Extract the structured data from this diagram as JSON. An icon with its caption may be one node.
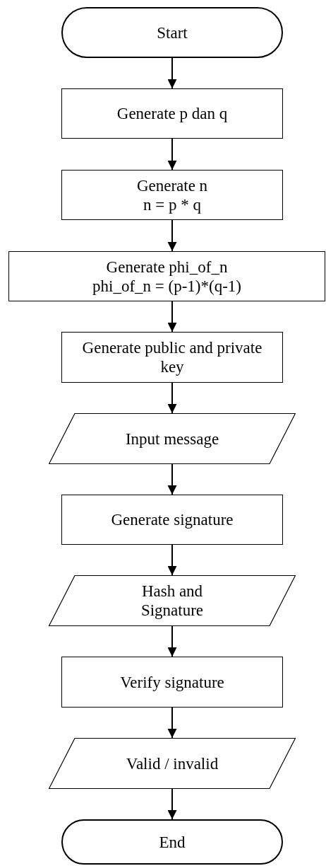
{
  "diagram": {
    "nodes": [
      {
        "text": [
          "Start"
        ]
      },
      {
        "text": [
          "Generate p dan q"
        ]
      },
      {
        "text": [
          "Generate n",
          "n = p * q"
        ]
      },
      {
        "text": [
          "Generate phi_of_n",
          "phi_of_n = (p-1)*(q-1)"
        ]
      },
      {
        "text": [
          "Generate public and private key"
        ]
      },
      {
        "text": [
          "Input message"
        ]
      },
      {
        "text": [
          "Generate signature"
        ]
      },
      {
        "text": [
          "Hash and Signature"
        ]
      },
      {
        "text": [
          "Verify signature"
        ]
      },
      {
        "text": [
          "Valid / invalid"
        ]
      },
      {
        "text": [
          "End"
        ]
      }
    ],
    "edges": [
      {
        "from": 0,
        "to": 1,
        "arrow": "to"
      },
      {
        "from": 1,
        "to": 2,
        "arrow": "to"
      },
      {
        "from": 2,
        "to": 3,
        "arrow": "to"
      },
      {
        "from": 3,
        "to": 4,
        "arrow": "to"
      },
      {
        "from": 4,
        "to": 5,
        "arrow": "to"
      },
      {
        "from": 5,
        "to": 6,
        "arrow": "to"
      },
      {
        "from": 6,
        "to": 7,
        "arrow": "to"
      },
      {
        "from": 7,
        "to": 8,
        "arrow": "to"
      },
      {
        "from": 8,
        "to": 9,
        "arrow": "to"
      },
      {
        "from": 9,
        "to": 10,
        "arrow": "to"
      }
    ]
  }
}
